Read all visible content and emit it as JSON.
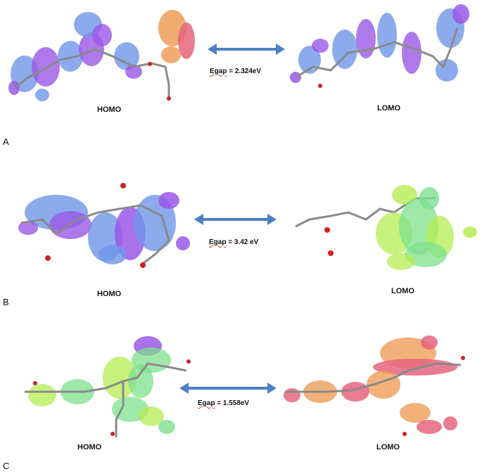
{
  "panels": [
    {
      "letter": "A",
      "left_label": "HOMO",
      "right_label": "LOMO",
      "egap_word": "Egap",
      "egap_value": " = 2.324eV",
      "left_colors": [
        "#6f96e8",
        "#9a58e6"
      ],
      "right_colors": [
        "#6f96e8",
        "#9a58e6"
      ]
    },
    {
      "letter": "B",
      "left_label": "HOMO",
      "right_label": "LOMO",
      "egap_word": "Egap",
      "egap_value": " = 3.42 eV",
      "left_colors": [
        "#6f96e8",
        "#9a58e6"
      ],
      "right_colors": [
        "#7ee08e",
        "#b6ec52"
      ]
    },
    {
      "letter": "C",
      "left_label": "HOMO",
      "right_label": "LOMO",
      "egap_word": "Egap",
      "egap_value": " = 1.558eV",
      "left_colors": [
        "#7ee08e",
        "#b6ec52"
      ],
      "right_colors": [
        "#e6657f",
        "#ee9e58"
      ]
    }
  ],
  "arrow_color": "#4c7fc4"
}
